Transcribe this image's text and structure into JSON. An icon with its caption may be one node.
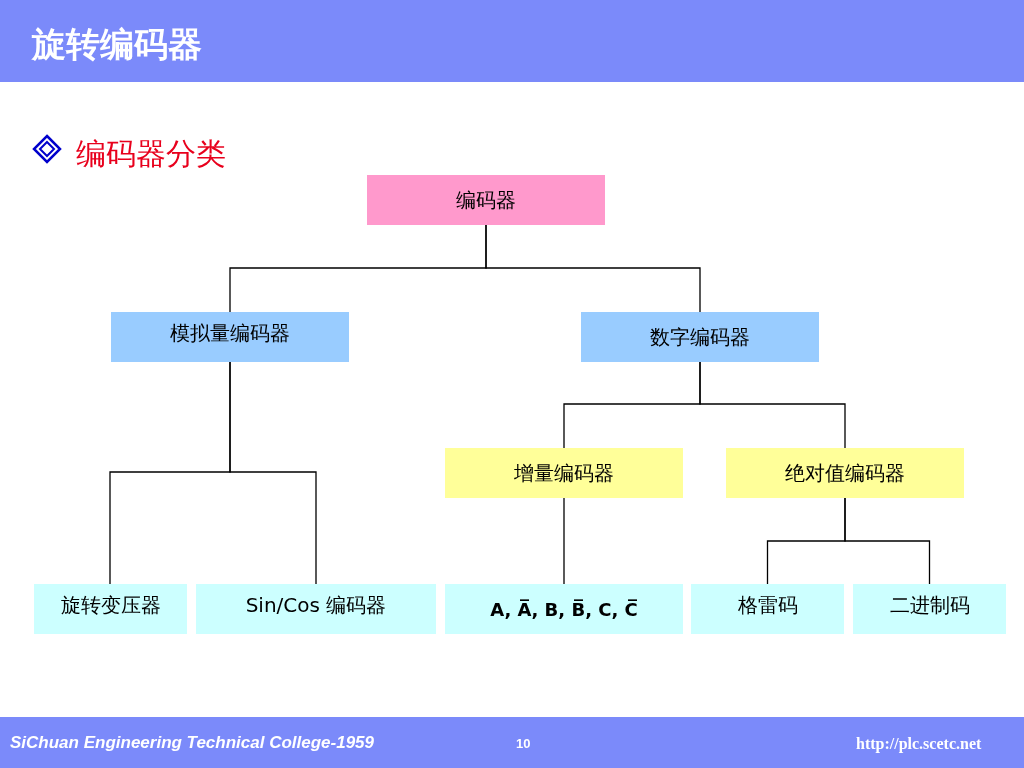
{
  "diagram": {
    "title": "旋转编码器",
    "nodes": [
      {
        "text": [
          "编码器"
        ]
      },
      {
        "text": [
          "模拟量编码器"
        ]
      },
      {
        "text": [
          "数字编码器"
        ]
      },
      {
        "text": [
          "增量编码器"
        ]
      },
      {
        "text": [
          "绝对值编码器"
        ]
      },
      {
        "text": [
          "旋转变压器"
        ]
      },
      {
        "text": [
          "Sin/Cos 编码器"
        ]
      },
      {
        "text": [
          "A, A̅, B, B̅, C, C̅"
        ]
      },
      {
        "text": [
          "格雷码"
        ]
      },
      {
        "text": [
          "二进制码"
        ]
      }
    ],
    "edges": [
      {
        "from": 0,
        "to": 1,
        "arrow": "none"
      },
      {
        "from": 0,
        "to": 2,
        "arrow": "none"
      },
      {
        "from": 1,
        "to": 5,
        "arrow": "none"
      },
      {
        "from": 1,
        "to": 6,
        "arrow": "none"
      },
      {
        "from": 2,
        "to": 3,
        "arrow": "none"
      },
      {
        "from": 2,
        "to": 4,
        "arrow": "none"
      },
      {
        "from": 3,
        "to": 7,
        "arrow": "none"
      },
      {
        "from": 4,
        "to": 8,
        "arrow": "none"
      },
      {
        "from": 4,
        "to": 9,
        "arrow": "none"
      }
    ],
    "labels": [
      "编码器分类",
      "SiChuan Engineering Technical College-1959",
      "10",
      "http://plc.scetc.net"
    ]
  }
}
